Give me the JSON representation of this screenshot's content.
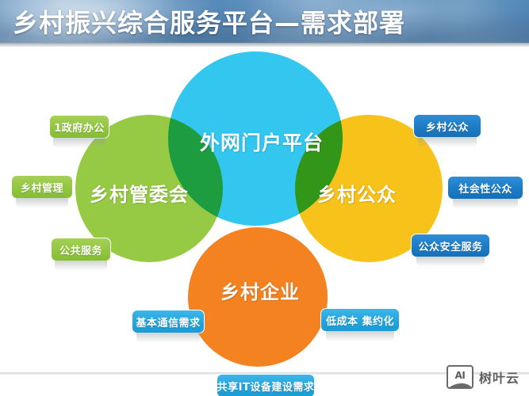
{
  "header": {
    "title": "乡村振兴综合服务平台—需求部署",
    "bg_color": "#2a6aa4"
  },
  "diagram": {
    "circles": [
      {
        "id": "portal",
        "label": "外网门户平台",
        "color": "#33c6ef"
      },
      {
        "id": "committee",
        "label": "乡村管委会",
        "color": "#96ca44"
      },
      {
        "id": "public",
        "label": "乡村公众",
        "color": "#f7c219"
      },
      {
        "id": "enterprise",
        "label": "乡村企业",
        "color": "#f58220"
      }
    ],
    "tags_left": [
      {
        "id": "gov-office",
        "label": "1政府办公",
        "color": "#92c63f"
      },
      {
        "id": "rural-mgmt",
        "label": "乡村管理",
        "color": "#92c63f"
      },
      {
        "id": "public-svc",
        "label": "公共服务",
        "color": "#92c63f"
      }
    ],
    "tags_right": [
      {
        "id": "rural-mass",
        "label": "乡村公众",
        "color": "#1d7dc6"
      },
      {
        "id": "social-mass",
        "label": "社会性公众",
        "color": "#1d7dc6"
      },
      {
        "id": "public-safety",
        "label": "公众安全服务",
        "color": "#1d7dc6"
      }
    ],
    "tags_bottom": [
      {
        "id": "basic-comm",
        "label": "基本通信需求",
        "color": "#23a6e0"
      },
      {
        "id": "low-cost",
        "label": "低成本 集约化",
        "color": "#23a6e0"
      },
      {
        "id": "shared-it",
        "label": "共享IT设备建设需求",
        "color": "#23a6e0"
      }
    ]
  },
  "watermark": {
    "icon": "ai-image-icon",
    "icon_text": "AI",
    "text": "树叶云"
  }
}
